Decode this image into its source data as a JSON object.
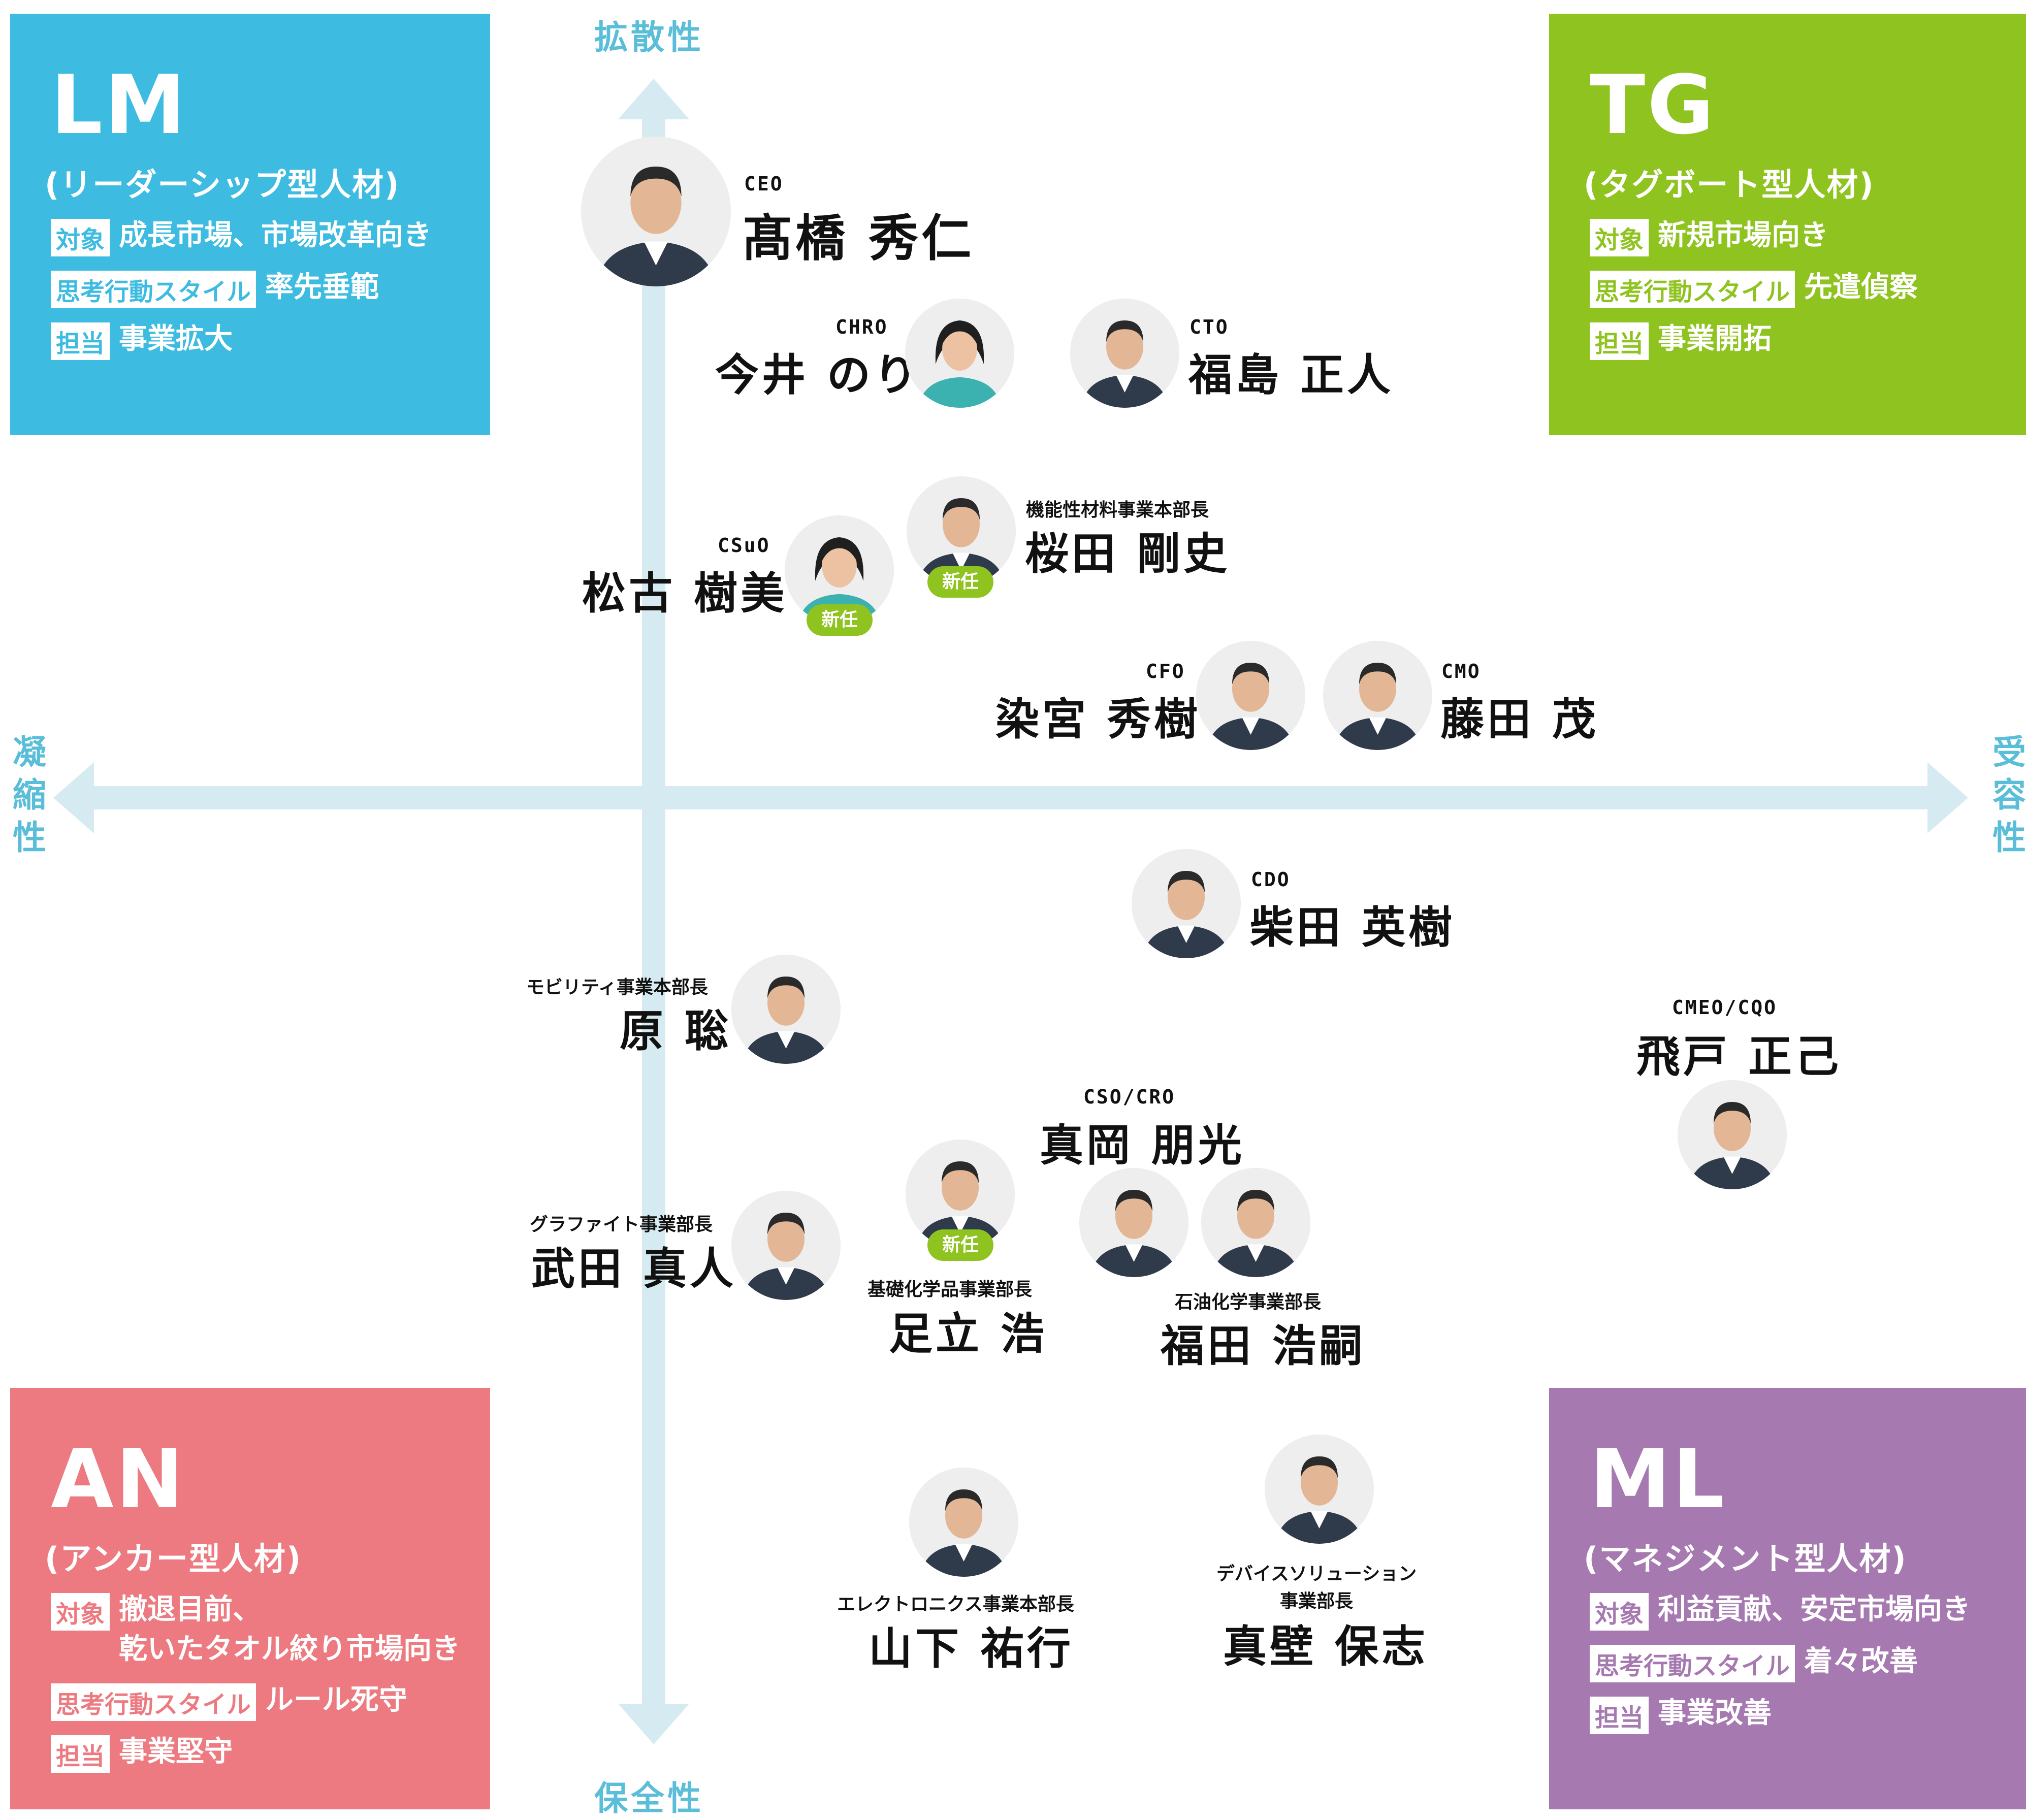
{
  "axes": {
    "top": "拡散性",
    "bottom": "保全性",
    "left": "凝縮性",
    "right": "受容性"
  },
  "quadrants": {
    "lm": {
      "code": "LM",
      "type": "(リーダーシップ型人材)",
      "color": "#3dbbe0",
      "target_label": "対象",
      "target": "成長市場、市場改革向き",
      "style_label": "思考行動スタイル",
      "style": "率先垂範",
      "role_label": "担当",
      "role": "事業拡大"
    },
    "tg": {
      "code": "TG",
      "type": "(タグボート型人材)",
      "color": "#8fc31f",
      "target_label": "対象",
      "target": "新規市場向き",
      "style_label": "思考行動スタイル",
      "style": "先遣偵察",
      "role_label": "担当",
      "role": "事業開拓"
    },
    "an": {
      "code": "AN",
      "type": "(アンカー型人材)",
      "color": "#ec7a80",
      "target_label": "対象",
      "target": "撤退目前、\n乾いたタオル絞り市場向き",
      "style_label": "思考行動スタイル",
      "style": "ルール死守",
      "role_label": "担当",
      "role": "事業堅守"
    },
    "ml": {
      "code": "ML",
      "type": "(マネジメント型人材)",
      "color": "#a679b1",
      "target_label": "対象",
      "target": "利益貢献、安定市場向き",
      "style_label": "思考行動スタイル",
      "style": "着々改善",
      "role_label": "担当",
      "role": "事業改善"
    }
  },
  "people": {
    "ceo": {
      "title": "CEO",
      "name": "髙橋 秀仁"
    },
    "chro": {
      "title": "CHRO",
      "name": "今井 のり"
    },
    "cto": {
      "title": "CTO",
      "name": "福島 正人"
    },
    "sakurada": {
      "title": "機能性材料事業本部長",
      "name": "桜田 剛史",
      "badge": "新任"
    },
    "csuo": {
      "title": "CSuO",
      "name": "松古 樹美",
      "badge": "新任"
    },
    "cfo": {
      "title": "CFO",
      "name": "染宮 秀樹"
    },
    "cmo": {
      "title": "CMO",
      "name": "藤田 茂"
    },
    "cdo": {
      "title": "CDO",
      "name": "柴田 英樹"
    },
    "hara": {
      "title": "モビリティ事業本部長",
      "name": "原 聡"
    },
    "cmeo": {
      "title": "CMEO/CQO",
      "name": "飛戸 正己"
    },
    "cso": {
      "title": "CSO/CRO",
      "name": "真岡 朋光"
    },
    "takeda": {
      "title": "グラファイト事業部長",
      "name": "武田 真人"
    },
    "adachi": {
      "title": "基礎化学品事業部長",
      "name": "足立 浩",
      "badge": "新任"
    },
    "fukuda": {
      "title": "石油化学事業部長",
      "name": "福田 浩嗣"
    },
    "yamashita": {
      "title": "エレクトロニクス事業本部長",
      "name": "山下 祐行"
    },
    "makabe": {
      "title_line1": "デバイスソリューション",
      "title_line2": "事業部長",
      "name": "真壁 保志"
    }
  }
}
